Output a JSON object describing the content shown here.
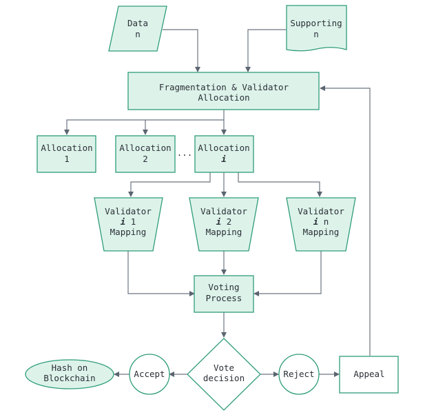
{
  "nodes": {
    "data": {
      "line1": "Data",
      "line2": "n"
    },
    "supporting": {
      "line1": "Supporting",
      "line2": "n"
    },
    "fragmentation": {
      "line1": "Fragmentation & Validator",
      "line2": "Allocation"
    },
    "allocation_1": {
      "line1": "Allocation",
      "line2": "1"
    },
    "allocation_2": {
      "line1": "Allocation",
      "line2": "2"
    },
    "allocation_ellipsis": "...",
    "allocation_i": {
      "line1": "Allocation",
      "line2": "i"
    },
    "validator_1": {
      "line1": "Validator",
      "var": "i",
      "num": "1",
      "line3": "Mapping"
    },
    "validator_2": {
      "line1": "Validator",
      "var": "i",
      "num": "2",
      "line3": "Mapping"
    },
    "validator_n": {
      "line1": "Validator",
      "var": "i",
      "num": "n",
      "line3": "Mapping"
    },
    "voting": {
      "line1": "Voting",
      "line2": "Process"
    },
    "vote_decision": {
      "line1": "Vote",
      "line2": "decision"
    },
    "accept": "Accept",
    "reject": "Reject",
    "appeal": "Appeal",
    "hash": {
      "line1": "Hash on",
      "line2": "Blockchain"
    }
  },
  "colors": {
    "node_fill": "#ddf3ea",
    "node_stroke": "#2e9c7a",
    "edge": "#6b7480",
    "text": "#2a2f36"
  }
}
